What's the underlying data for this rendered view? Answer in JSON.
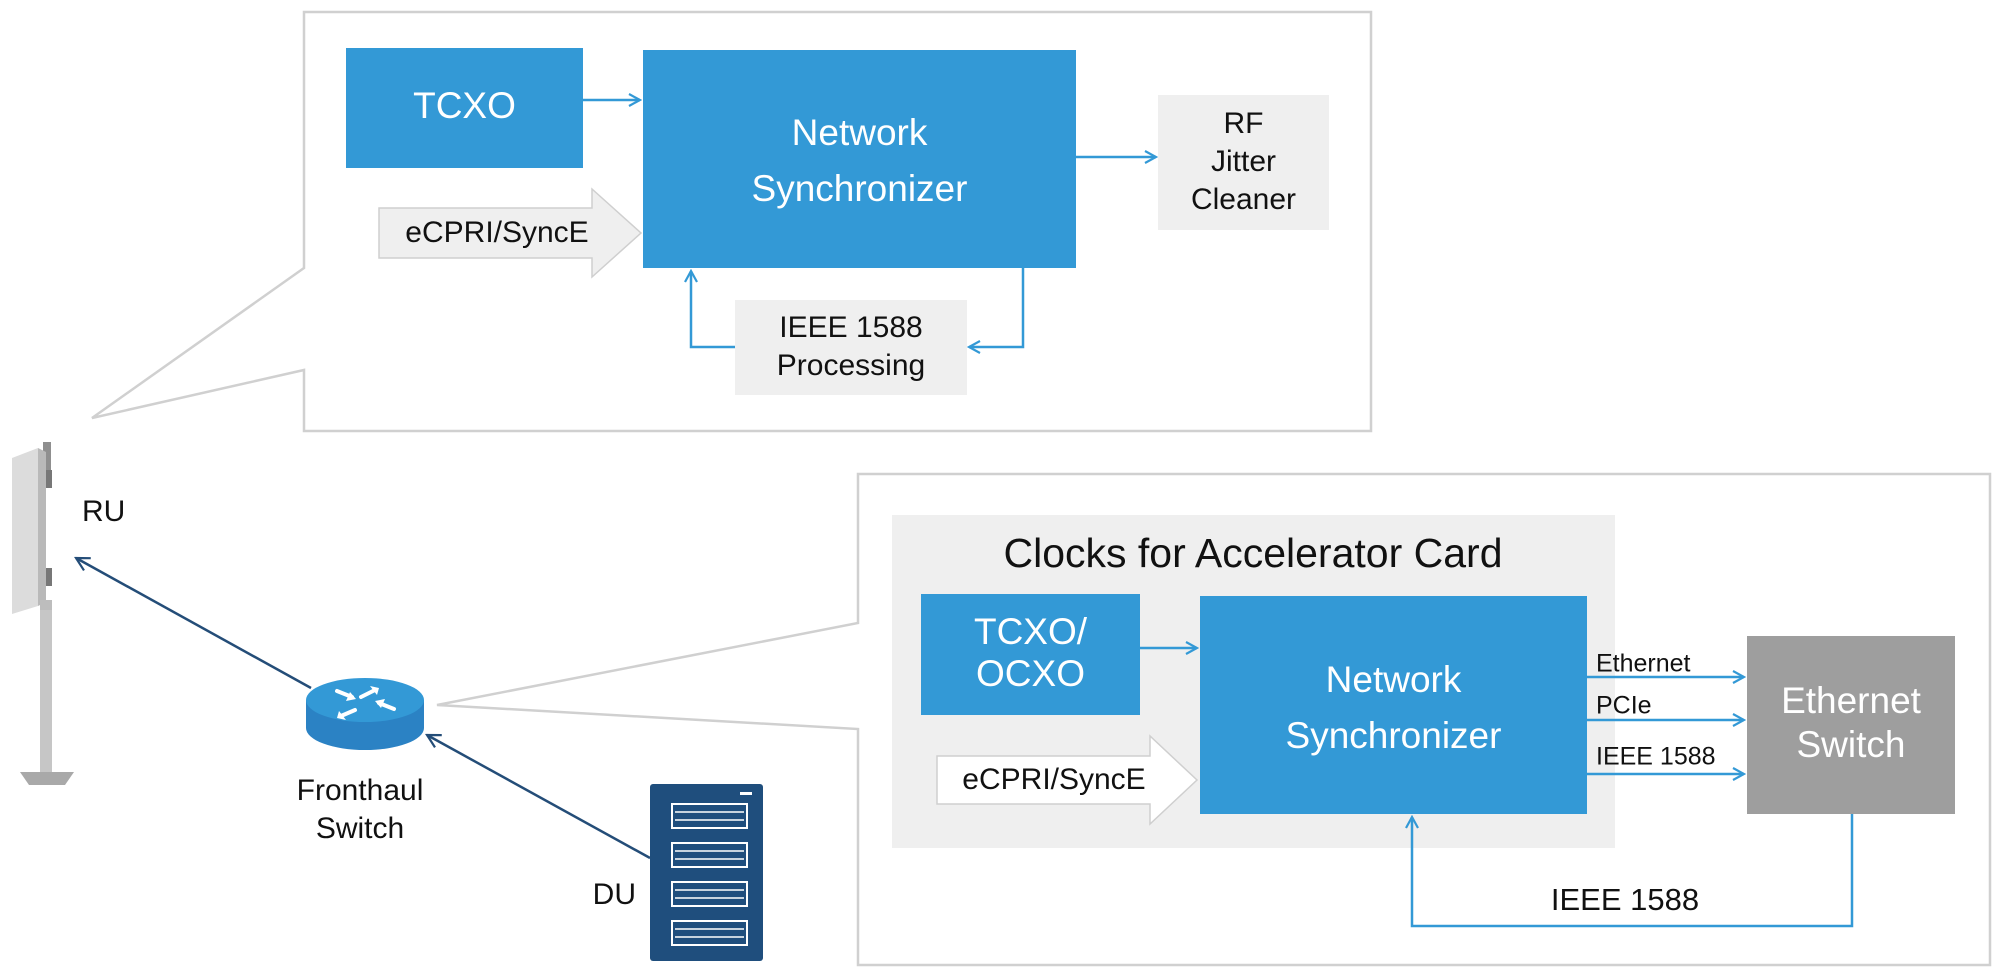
{
  "top_panel": {
    "tcxo_label": "TCXO",
    "sync_line1": "Network",
    "sync_line2": "Synchronizer",
    "input_arrow_label": "eCPRI/SyncE",
    "rf_line1": "RF",
    "rf_line2": "Jitter",
    "rf_line3": "Cleaner",
    "ieee_line1": "IEEE 1588",
    "ieee_line2": "Processing"
  },
  "bottom_panel": {
    "card_title": "Clocks for Accelerator Card",
    "osc_line1": "TCXO/",
    "osc_line2": "OCXO",
    "sync_line1": "Network",
    "sync_line2": "Synchronizer",
    "input_arrow_label": "eCPRI/SyncE",
    "switch_line1": "Ethernet",
    "switch_line2": "Switch",
    "link_ethernet": "Ethernet",
    "link_pcie": "PCIe",
    "link_ieee": "IEEE 1588",
    "feedback_label": "IEEE 1588"
  },
  "network": {
    "ru_label": "RU",
    "fronthaul_line1": "Fronthaul",
    "fronthaul_line2": "Switch",
    "du_label": "DU"
  },
  "colors": {
    "block_blue": "#3399d6",
    "arrow_blue": "#3399d6",
    "light_gray": "#efefef",
    "panel_border": "#d0d0d0",
    "switch_gray": "#9e9e9e",
    "navy": "#1f4e7d",
    "link_navy": "#244d78"
  }
}
